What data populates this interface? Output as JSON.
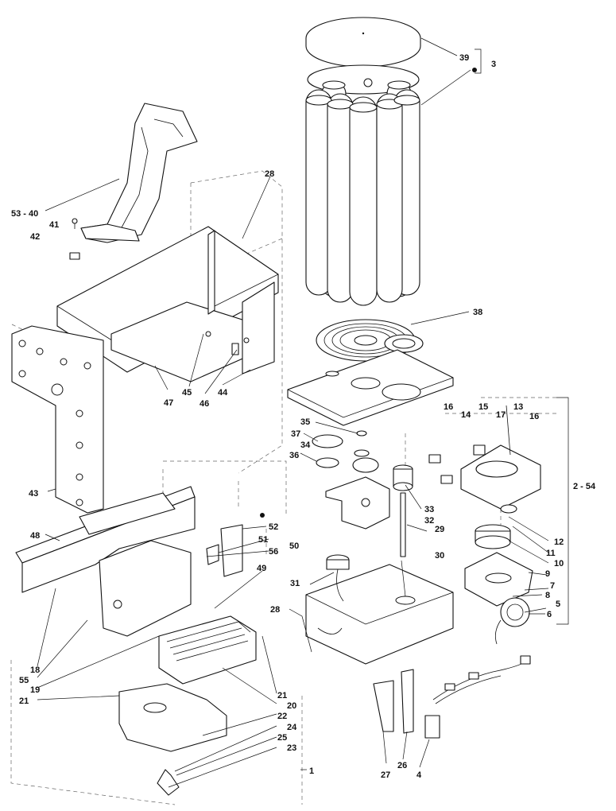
{
  "callouts": {
    "c39": "39",
    "c3": "3",
    "c28a": "28",
    "c53_40": "53 - 40",
    "c41": "41",
    "c42": "42",
    "c38": "38",
    "c47": "47",
    "c45": "45",
    "c46": "46",
    "c44": "44",
    "c43": "43",
    "c16a": "16",
    "c15": "15",
    "c14": "14",
    "c17": "17",
    "c13": "13",
    "c16b": "16",
    "c35": "35",
    "c37": "37",
    "c34": "34",
    "c36": "36",
    "c2_54": "2 - 54",
    "c33": "33",
    "c32": "32",
    "c29": "29",
    "c12": "12",
    "c11": "11",
    "c10": "10",
    "c48": "48",
    "c52": "52",
    "c51": "51",
    "c56": "56",
    "c50": "50",
    "c49": "49",
    "c30": "30",
    "c31": "31",
    "c9": "9",
    "c7": "7",
    "c8": "8",
    "c5": "5",
    "c6": "6",
    "c28b": "28",
    "c18": "18",
    "c55": "55",
    "c19": "19",
    "c21a": "21",
    "c21b": "21",
    "c20": "20",
    "c22": "22",
    "c24": "24",
    "c25": "25",
    "c23": "23",
    "c1": "1",
    "c27": "27",
    "c26": "26",
    "c4": "4"
  },
  "colors": {
    "line": "#111111",
    "background": "#ffffff",
    "guide": "#666666"
  }
}
